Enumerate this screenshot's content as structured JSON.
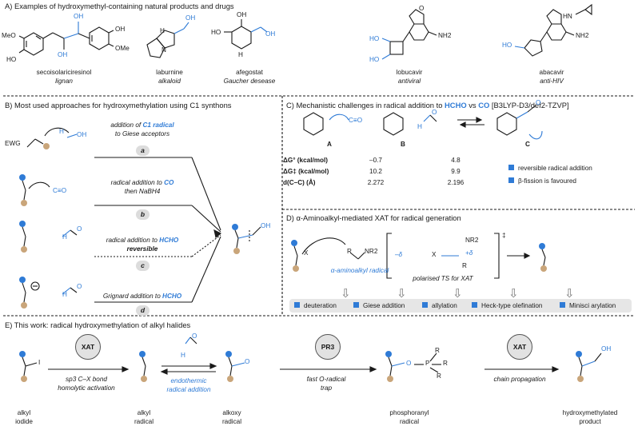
{
  "sectionA": {
    "title": "A) Examples of hydroxymethyl-containing natural products and drugs",
    "compounds": [
      {
        "name": "secoisolariciresinol",
        "class": "lignan"
      },
      {
        "name": "laburnine",
        "class": "alkaloid"
      },
      {
        "name": "afegostat",
        "class": "Gaucher desease"
      },
      {
        "name": "lobucavir",
        "class": "antiviral"
      },
      {
        "name": "abacavir",
        "class": "anti-HIV"
      }
    ],
    "atoms": {
      "meo": "MeO",
      "ome": "OMe",
      "ho": "HO",
      "oh": "OH",
      "h": "H",
      "n": "N",
      "nh2": "NH2",
      "o": "O",
      "hn": "HN"
    }
  },
  "sectionB": {
    "title": "B) Most used approaches for hydroxymethylation using C1 synthons",
    "ewg": "EWG",
    "co": "C≡O",
    "h": "H",
    "o": "O",
    "oh": "OH",
    "routes": [
      {
        "label1": "addition of ",
        "label_c1": "C1 radical",
        "label2": "to Giese acceptors",
        "tag": "a"
      },
      {
        "label1": "radical addition to ",
        "label_co": "CO",
        "label2": "then NaBH4",
        "tag": "b"
      },
      {
        "label1": "radical addition to ",
        "label_hcho": "HCHO",
        "label2": "reversible",
        "tag": "c"
      },
      {
        "label1": "Grignard addition to ",
        "label_hcho": "HCHO",
        "tag": "d"
      }
    ]
  },
  "sectionC": {
    "title_pre": "C) Mechanistic challenges in radical addition to ",
    "title_hcho": "HCHO",
    "title_vs": " vs ",
    "title_co": "CO",
    "title_post": " [B3LYP-D3/def2-TZVP]",
    "labels": [
      "A",
      "B",
      "C"
    ],
    "co": "C≡O",
    "h": "H",
    "o": "O",
    "rows": [
      {
        "label": "ΔG° (kcal/mol)",
        "a": "–0.7",
        "b": "4.8"
      },
      {
        "label": "ΔG‡ (kcal/mol)",
        "a": "10.2",
        "b": "9.9"
      },
      {
        "label": "d(C–C) (Å)",
        "a": "2.272",
        "b": "2.196"
      }
    ],
    "notes": [
      "reversible radical addition",
      "β-fission is favoured"
    ]
  },
  "sectionD": {
    "title": "D) α-Aminoalkyl-mediated XAT for radical generation",
    "x": "X",
    "r": "R",
    "nr2": "NR2",
    "radical_label": "α-aminoalkyl radical",
    "ts_label": "polarised TS for XAT",
    "delta_minus": "–δ",
    "delta_plus": "+δ",
    "ddagger": "‡",
    "applications": [
      "deuteration",
      "Giese addition",
      "allylation",
      "Heck-type olefination",
      "Minisci arylation"
    ]
  },
  "sectionE": {
    "title": "E) This work: radical hydroxymethylation of alkyl halides",
    "i": "I",
    "o": "O",
    "oh": "OH",
    "h": "H",
    "p": "P",
    "r": "R",
    "badges": [
      "XAT",
      "PR3",
      "XAT"
    ],
    "steps": [
      {
        "line1": "sp3 C–X bond",
        "line2": "homolytic activation"
      },
      {
        "line1": "endothermic",
        "line2": "radical addition"
      },
      {
        "line1": "fast O-radical",
        "line2": "trap"
      },
      {
        "line1": "chain propagation"
      }
    ],
    "species": [
      {
        "line1": "alkyl",
        "line2": "iodide"
      },
      {
        "line1": "alkyl",
        "line2": "radical"
      },
      {
        "line1": "alkoxy",
        "line2": "radical"
      },
      {
        "line1": "phosphoranyl",
        "line2": "radical"
      },
      {
        "line1": "hydroxymethylated",
        "line2": "product"
      }
    ]
  },
  "colors": {
    "accent": "#2f7bd6",
    "tan": "#c9a57a",
    "grey_band": "#e6e6e6"
  }
}
